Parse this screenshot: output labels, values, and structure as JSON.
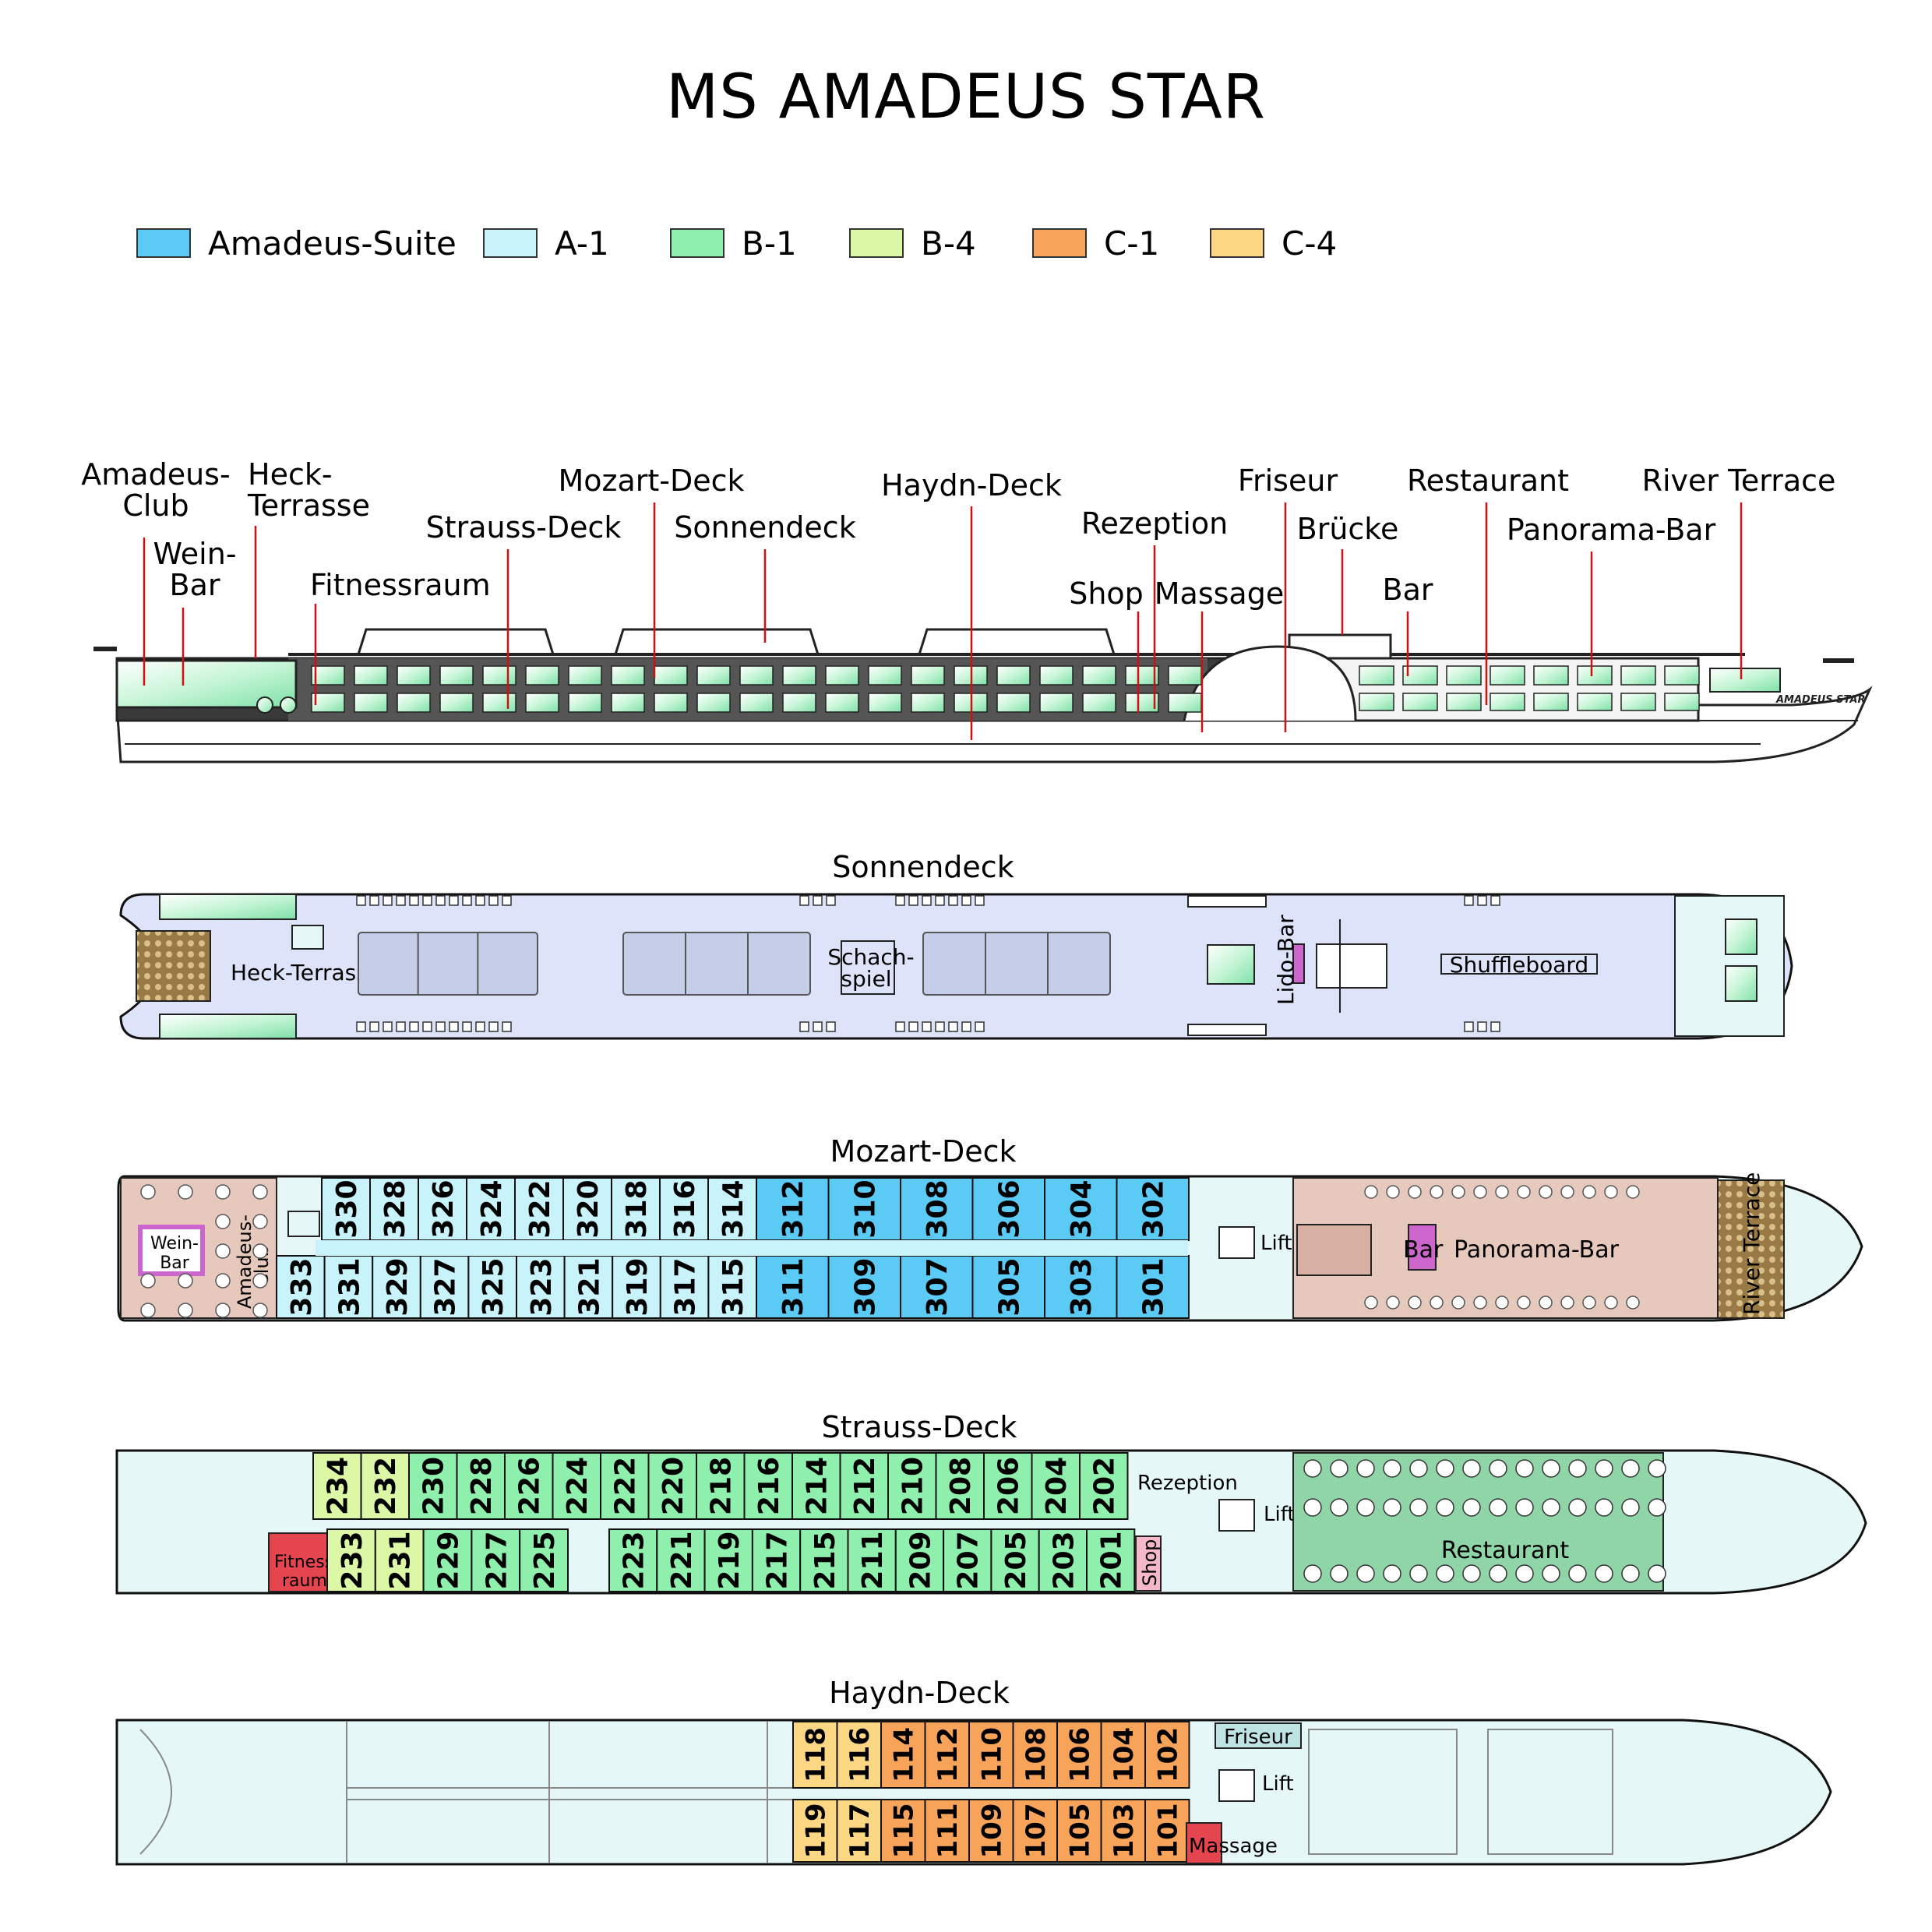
{
  "title": "MS AMADEUS STAR",
  "colors": {
    "amadeus_suite": "#5bcaf5",
    "a1": "#c9f3fb",
    "b1": "#8ff0ae",
    "b4": "#dcf7a6",
    "c1": "#f7a35a",
    "c4": "#fcd783",
    "sun_floor": "#dde3f8",
    "lower_floor": "#e6f7f7",
    "lounge": "#e7c8bd",
    "restaurant_floor": "#8fd5a7",
    "fitness": "#e5454f",
    "massage": "#e5454f",
    "shop": "#f5b8c8",
    "wine_bar": "#cc66cc",
    "deck_wood": "#8a6a3a",
    "callout_line": "#cc1111"
  },
  "legend": [
    {
      "label": "Amadeus-Suite",
      "color_key": "amadeus_suite"
    },
    {
      "label": "A-1",
      "color_key": "a1"
    },
    {
      "label": "B-1",
      "color_key": "b1"
    },
    {
      "label": "B-4",
      "color_key": "b4"
    },
    {
      "label": "C-1",
      "color_key": "c1"
    },
    {
      "label": "C-4",
      "color_key": "c4"
    }
  ],
  "profile_labels": {
    "amadeus_club": [
      "Amadeus-",
      "Club"
    ],
    "wein_bar": [
      "Wein-",
      "Bar"
    ],
    "heck_terrasse": [
      "Heck-",
      "Terrasse"
    ],
    "fitnessraum": "Fitnessraum",
    "strauss_deck": "Strauss-Deck",
    "mozart_deck": "Mozart-Deck",
    "sonnendeck": "Sonnendeck",
    "haydn_deck": "Haydn-Deck",
    "rezeption": "Rezeption",
    "shop": "Shop",
    "massage": "Massage",
    "friseur": "Friseur",
    "bruecke": "Brücke",
    "bar": "Bar",
    "restaurant": "Restaurant",
    "panorama_bar": "Panorama-Bar",
    "river_terrace": "River Terrace",
    "hull_name": "AMADEUS STAR"
  },
  "sonnendeck": {
    "title": "Sonnendeck",
    "heck_terrasse": "Heck-Terrasse",
    "schachspiel": [
      "Schach-",
      "spiel"
    ],
    "lido_bar": "Lido-Bar",
    "shuffleboard": "Shuffleboard"
  },
  "mozart": {
    "title": "Mozart-Deck",
    "wein_bar": [
      "Wein-",
      "Bar"
    ],
    "amadeus_club": [
      "Amadeus-",
      "Club"
    ],
    "lift": "Lift",
    "bar": "Bar",
    "panorama_bar": "Panorama-Bar",
    "river_terrace": "River Terrace",
    "top_cabins": [
      {
        "n": "330",
        "c": "a1"
      },
      {
        "n": "328",
        "c": "a1"
      },
      {
        "n": "326",
        "c": "a1"
      },
      {
        "n": "324",
        "c": "a1"
      },
      {
        "n": "322",
        "c": "a1"
      },
      {
        "n": "320",
        "c": "a1"
      },
      {
        "n": "318",
        "c": "a1"
      },
      {
        "n": "316",
        "c": "a1"
      },
      {
        "n": "314",
        "c": "a1"
      },
      {
        "n": "312",
        "c": "amadeus_suite"
      },
      {
        "n": "310",
        "c": "amadeus_suite"
      },
      {
        "n": "308",
        "c": "amadeus_suite"
      },
      {
        "n": "306",
        "c": "amadeus_suite"
      },
      {
        "n": "304",
        "c": "amadeus_suite"
      },
      {
        "n": "302",
        "c": "amadeus_suite"
      }
    ],
    "bottom_cabins": [
      {
        "n": "333",
        "c": "a1"
      },
      {
        "n": "331",
        "c": "a1"
      },
      {
        "n": "329",
        "c": "a1"
      },
      {
        "n": "327",
        "c": "a1"
      },
      {
        "n": "325",
        "c": "a1"
      },
      {
        "n": "323",
        "c": "a1"
      },
      {
        "n": "321",
        "c": "a1"
      },
      {
        "n": "319",
        "c": "a1"
      },
      {
        "n": "317",
        "c": "a1"
      },
      {
        "n": "315",
        "c": "a1"
      },
      {
        "n": "311",
        "c": "amadeus_suite"
      },
      {
        "n": "309",
        "c": "amadeus_suite"
      },
      {
        "n": "307",
        "c": "amadeus_suite"
      },
      {
        "n": "305",
        "c": "amadeus_suite"
      },
      {
        "n": "303",
        "c": "amadeus_suite"
      },
      {
        "n": "301",
        "c": "amadeus_suite"
      }
    ]
  },
  "strauss": {
    "title": "Strauss-Deck",
    "rezeption": "Rezeption",
    "lift": "Lift",
    "restaurant": "Restaurant",
    "fitnessraum": [
      "Fitness-",
      "raum"
    ],
    "shop": "Shop",
    "top_cabins": [
      {
        "n": "234",
        "c": "b4"
      },
      {
        "n": "232",
        "c": "b4"
      },
      {
        "n": "230",
        "c": "b1"
      },
      {
        "n": "228",
        "c": "b1"
      },
      {
        "n": "226",
        "c": "b1"
      },
      {
        "n": "224",
        "c": "b1"
      },
      {
        "n": "222",
        "c": "b1"
      },
      {
        "n": "220",
        "c": "b1"
      },
      {
        "n": "218",
        "c": "b1"
      },
      {
        "n": "216",
        "c": "b1"
      },
      {
        "n": "214",
        "c": "b1"
      },
      {
        "n": "212",
        "c": "b1"
      },
      {
        "n": "210",
        "c": "b1"
      },
      {
        "n": "208",
        "c": "b1"
      },
      {
        "n": "206",
        "c": "b1"
      },
      {
        "n": "204",
        "c": "b1"
      },
      {
        "n": "202",
        "c": "b1"
      }
    ],
    "bottom_left_cabins": [
      {
        "n": "233",
        "c": "b4"
      },
      {
        "n": "231",
        "c": "b4"
      },
      {
        "n": "229",
        "c": "b1"
      },
      {
        "n": "227",
        "c": "b1"
      },
      {
        "n": "225",
        "c": "b1"
      }
    ],
    "bottom_right_cabins": [
      {
        "n": "223",
        "c": "b1"
      },
      {
        "n": "221",
        "c": "b1"
      },
      {
        "n": "219",
        "c": "b1"
      },
      {
        "n": "217",
        "c": "b1"
      },
      {
        "n": "215",
        "c": "b1"
      },
      {
        "n": "211",
        "c": "b1"
      },
      {
        "n": "209",
        "c": "b1"
      },
      {
        "n": "207",
        "c": "b1"
      },
      {
        "n": "205",
        "c": "b1"
      },
      {
        "n": "203",
        "c": "b1"
      },
      {
        "n": "201",
        "c": "b1"
      }
    ]
  },
  "haydn": {
    "title": "Haydn-Deck",
    "friseur": "Friseur",
    "lift": "Lift",
    "massage": "Massage",
    "top_cabins": [
      {
        "n": "118",
        "c": "c4"
      },
      {
        "n": "116",
        "c": "c4"
      },
      {
        "n": "114",
        "c": "c1"
      },
      {
        "n": "112",
        "c": "c1"
      },
      {
        "n": "110",
        "c": "c1"
      },
      {
        "n": "108",
        "c": "c1"
      },
      {
        "n": "106",
        "c": "c1"
      },
      {
        "n": "104",
        "c": "c1"
      },
      {
        "n": "102",
        "c": "c1"
      }
    ],
    "bottom_cabins": [
      {
        "n": "119",
        "c": "c4"
      },
      {
        "n": "117",
        "c": "c4"
      },
      {
        "n": "115",
        "c": "c1"
      },
      {
        "n": "111",
        "c": "c1"
      },
      {
        "n": "109",
        "c": "c1"
      },
      {
        "n": "107",
        "c": "c1"
      },
      {
        "n": "105",
        "c": "c1"
      },
      {
        "n": "103",
        "c": "c1"
      },
      {
        "n": "101",
        "c": "c1"
      }
    ]
  }
}
